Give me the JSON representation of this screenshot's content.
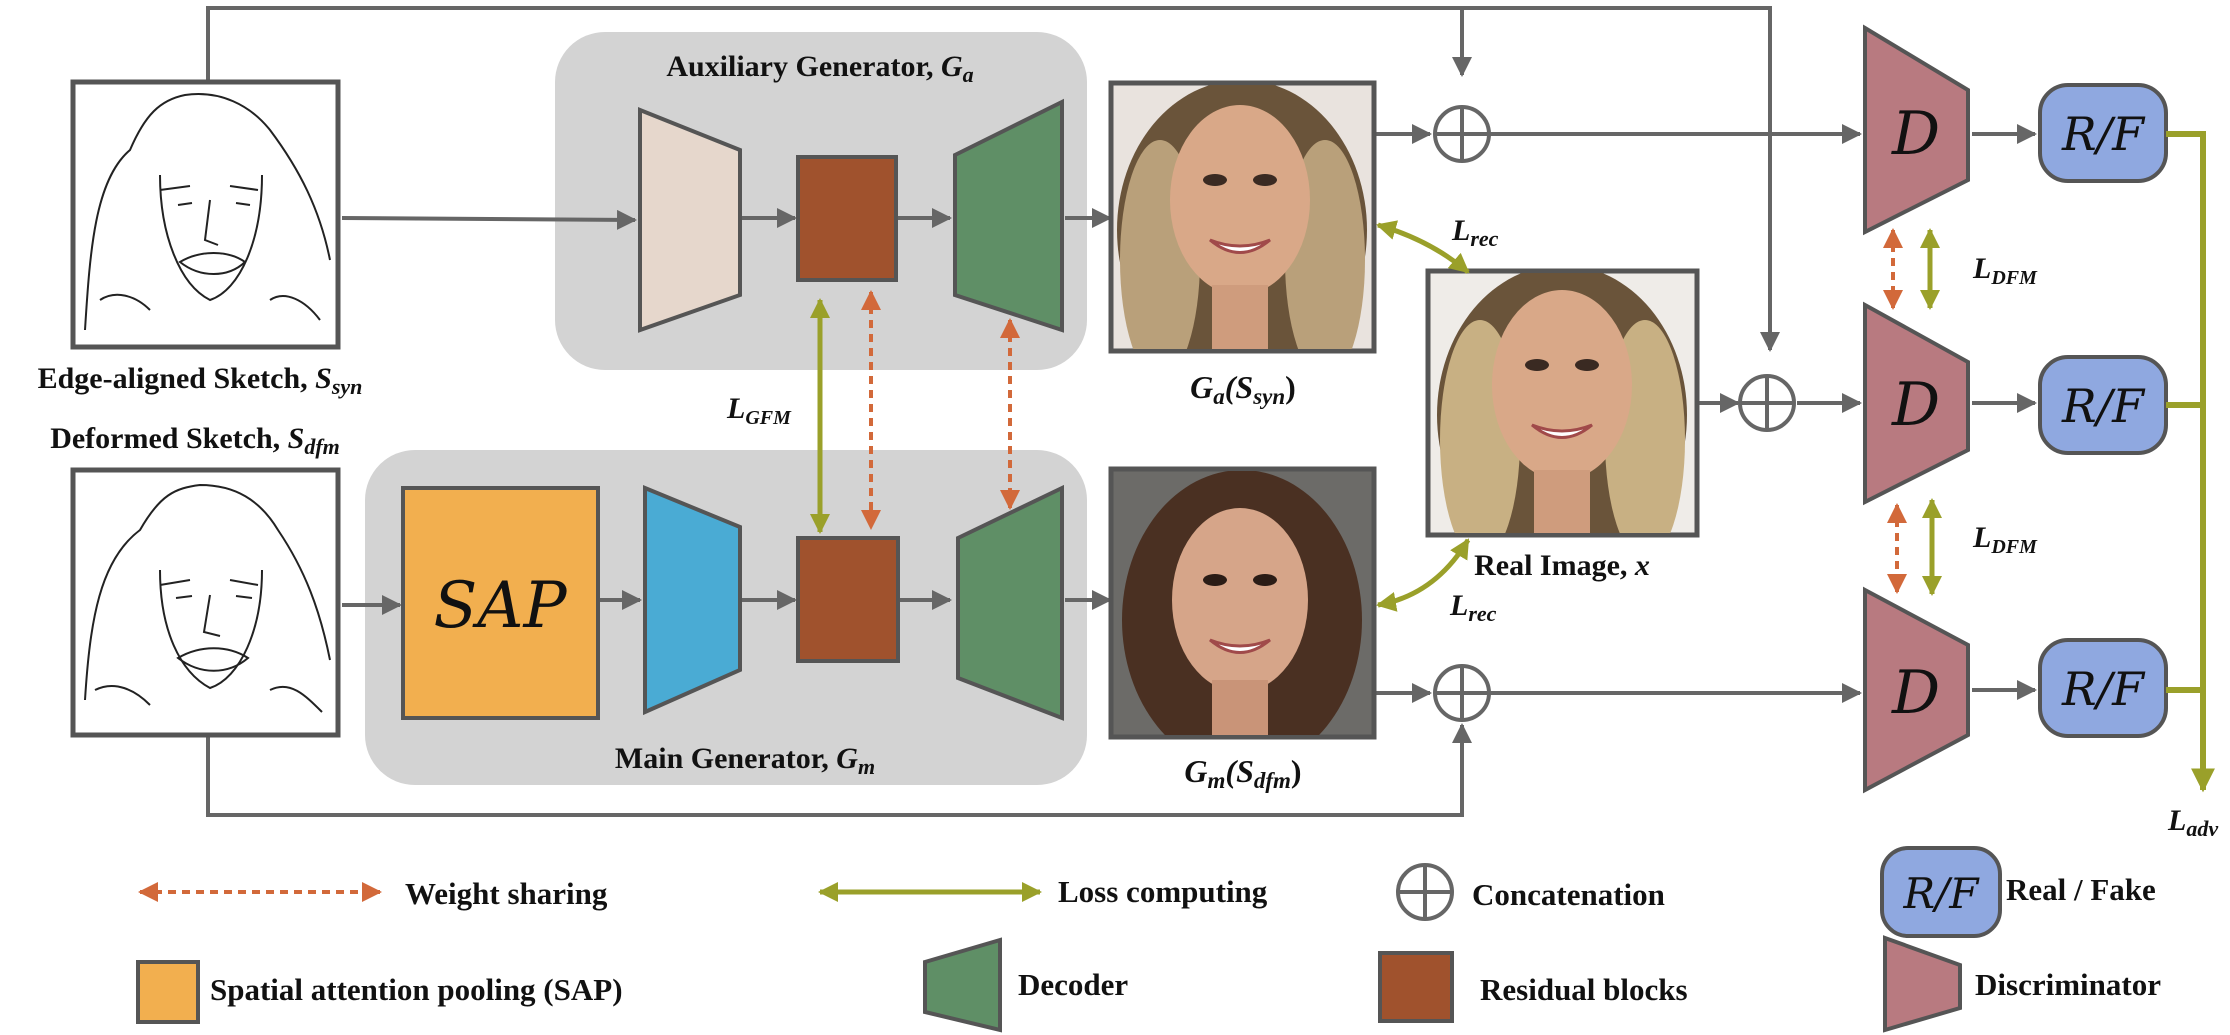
{
  "labels": {
    "aux_title_text": "Auxiliary Generator, ",
    "aux_title_sym": "G",
    "aux_title_sub": "a",
    "main_title_text": "Main Generator, ",
    "main_title_sym": "G",
    "main_title_sub": "m",
    "edge_sketch_text": "Edge-aligned Sketch, ",
    "edge_sketch_sym": "S",
    "edge_sketch_sub": "syn",
    "deformed_sketch_text": "Deformed Sketch, ",
    "deformed_sketch_sym": "S",
    "deformed_sketch_sub": "dfm",
    "real_image_text": "Real Image, ",
    "real_image_sym": "x",
    "ga_out_sym": "G",
    "ga_out_sub": "a",
    "ga_out_arg": "(S",
    "ga_out_argsub": "syn",
    "ga_out_close": ")",
    "gm_out_sym": "G",
    "gm_out_sub": "m",
    "gm_out_arg": "(S",
    "gm_out_argsub": "dfm",
    "gm_out_close": ")",
    "sap": "SAP",
    "disc": "D",
    "rf": "R/F"
  },
  "losses": {
    "rec_sym": "L",
    "rec_sub": "rec",
    "gfm_sym": "L",
    "gfm_sub": "GFM",
    "dfm_sym": "L",
    "dfm_sub": "DFM",
    "adv_sym": "L",
    "adv_sub": "adv"
  },
  "legend": {
    "weight_sharing": "Weight sharing",
    "loss_computing": "Loss computing",
    "concatenation": "Concatenation",
    "real_fake": "Real / Fake",
    "sap": "Spatial attention pooling (SAP)",
    "decoder": "Decoder",
    "residual": "Residual blocks",
    "discriminator": "Discriminator"
  },
  "colors": {
    "flow_arrow": "#666666",
    "loss_arrow": "#9aa02a",
    "weight_share": "#d2693a",
    "generator_bg": "#d3d3d3",
    "encoder_aux": "#e6d7cc",
    "encoder_main": "#4aabd4",
    "sap": "#f2af4f",
    "residual": "#a0522d",
    "decoder": "#5f8f66",
    "discriminator": "#b87a80",
    "real_fake": "#8fa8e0"
  }
}
